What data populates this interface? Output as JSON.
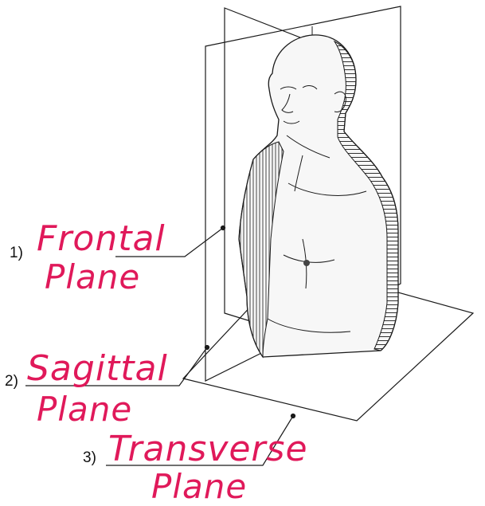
{
  "diagram": {
    "colors": {
      "ink": "#1a1a1a",
      "handwriting": "#e0195a",
      "hatch": "#333333"
    },
    "labels": [
      {
        "number": "1)",
        "line1": "Frontal",
        "line2": "Plane"
      },
      {
        "number": "2)",
        "line1": "Sagittal",
        "line2": "Plane"
      },
      {
        "number": "3)",
        "line1": "Transverse",
        "line2": "Plane"
      }
    ]
  }
}
